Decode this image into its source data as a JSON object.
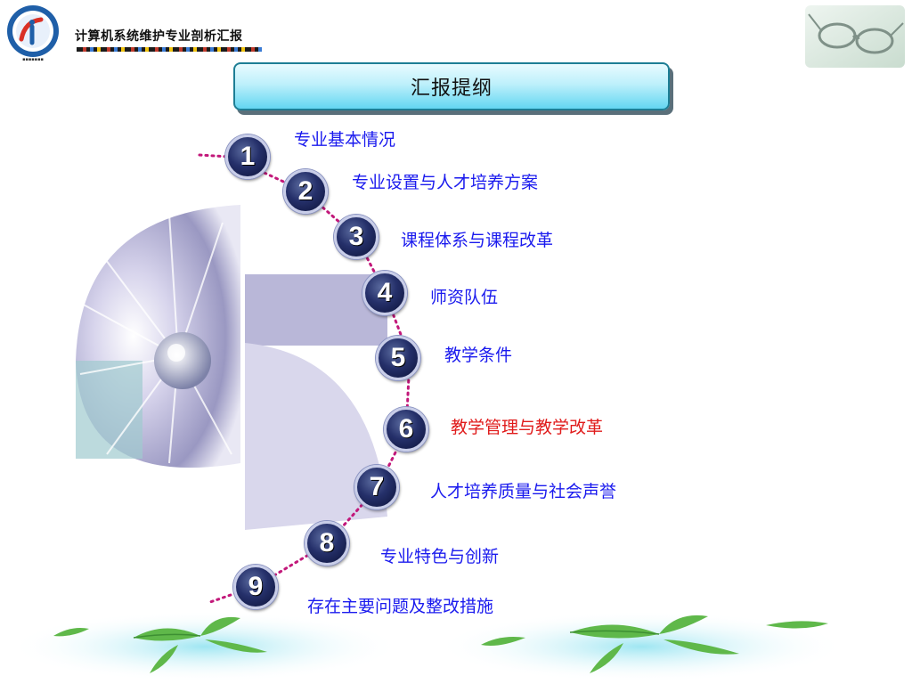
{
  "header": {
    "title": "计算机系统维护专业剖析汇报"
  },
  "outline": {
    "title": "汇报提纲"
  },
  "items": [
    {
      "number": "1",
      "label": "专业基本情况",
      "active": false
    },
    {
      "number": "2",
      "label": "专业设置与人才培养方案",
      "active": false
    },
    {
      "number": "3",
      "label": "课程体系与课程改革",
      "active": false
    },
    {
      "number": "4",
      "label": "师资队伍",
      "active": false
    },
    {
      "number": "5",
      "label": "教学条件",
      "active": false
    },
    {
      "number": "6",
      "label": "教学管理与教学改革",
      "active": true
    },
    {
      "number": "7",
      "label": "人才培养质量与社会声誉",
      "active": false
    },
    {
      "number": "8",
      "label": "专业特色与创新",
      "active": false
    },
    {
      "number": "9",
      "label": "存在主要问题及整改措施",
      "active": false
    }
  ],
  "colors": {
    "item_text": "#1a1aee",
    "active_text": "#e01b1b",
    "path_dots": "#c2187a",
    "title_border": "#1d7e95"
  },
  "icons": [
    "school-logo-icon",
    "glasses-icon",
    "turbine-image",
    "leaves-decoration"
  ]
}
